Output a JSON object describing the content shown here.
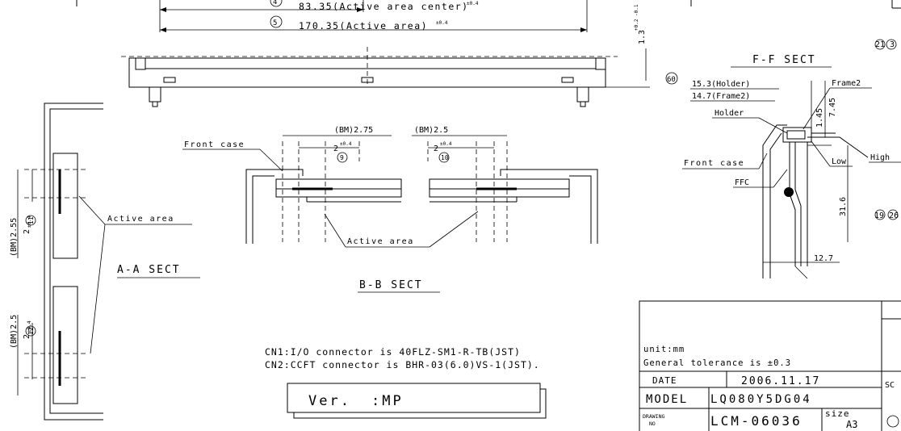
{
  "top_view": {
    "dim4_number": "4",
    "dim4_text": "83.35(Active area center)",
    "dim4_tol": "±0.4",
    "dim5_number": "5",
    "dim5_text": "170.35(Active area)",
    "dim5_tol": "±0.4",
    "side_dim": "1.3",
    "side_tol": "+0.2 -0.1",
    "right_marks": "21 3"
  },
  "aa_sect": {
    "dim1_bm": "(BM)2.55",
    "dim1_val": "2",
    "dim1_tol": "±0.4",
    "dim1_num": "11",
    "dim2_bm": "(BM)2.5",
    "dim2_val": "2",
    "dim2_tol": "±0.4",
    "dim2_num": "12",
    "active_area": "Active area",
    "title": "A-A SECT"
  },
  "bb_sect": {
    "front_case": "Front case",
    "left_bm": "(BM)2.75",
    "left_val": "2",
    "left_tol": "±0.4",
    "left_num": "9",
    "right_bm": "(BM)2.5",
    "right_val": "2",
    "right_tol": "±0.4",
    "right_num": "10",
    "active_area": "Active area",
    "title": "B-B SECT"
  },
  "ff_sect": {
    "title": "F-F SECT",
    "ref_num": "60",
    "holder_dim": "15.3(Holder)",
    "frame_dim": "14.7(Frame2)",
    "frame2": "Frame2",
    "holder": "Holder",
    "dim_145": "1.45",
    "dim_745": "7.45",
    "front_case": "Front case",
    "low": "Low",
    "high": "High",
    "ffc": "FFC",
    "dim_316": "31.6",
    "dim_127": "12.7",
    "right_marks": "19 26"
  },
  "connectors": {
    "cn1": "CN1:I/O connector is 40FLZ-SM1-R-TB(JST)",
    "cn2": "CN2:CCFT connector is BHR-03(6.0)VS-1(JST)."
  },
  "version": {
    "label": "Ver.",
    "value": ":MP"
  },
  "title_block": {
    "unit": "unit:mm",
    "tolerance": "General tolerance is ±0.3",
    "date_label": "DATE",
    "date_value": "2006.11.17",
    "scale_label": "SC",
    "model_label": "MODEL",
    "model_value": "LQ080Y5DG04",
    "drawing_label_1": "DRAWING",
    "drawing_label_2": "NO",
    "drawing_value": "LCM-06036",
    "size_label": "size",
    "size_value": "A3"
  }
}
